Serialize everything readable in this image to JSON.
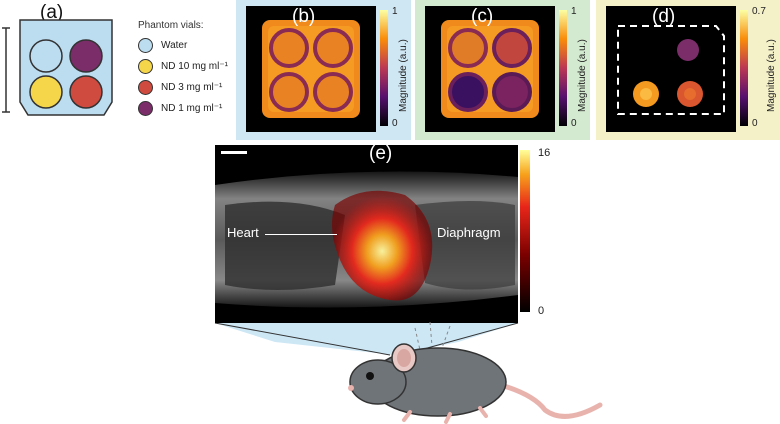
{
  "panels": {
    "a": "(a)",
    "b": "(b)",
    "c": "(c)",
    "d": "(d)",
    "e": "(e)"
  },
  "legend": {
    "title": "Phantom vials:",
    "items": [
      {
        "label": "Water",
        "color": "#bcdcf0"
      },
      {
        "label": "ND 10 mg ml⁻¹",
        "color": "#f5d54a"
      },
      {
        "label": "ND 3 mg ml⁻¹",
        "color": "#cf4a3f"
      },
      {
        "label": "ND 1 mg ml⁻¹",
        "color": "#7b2d6a"
      }
    ]
  },
  "colorbars": {
    "b": {
      "max": "1",
      "min": "0",
      "label": "Magnitude (a.u.)"
    },
    "c": {
      "max": "1",
      "min": "0",
      "label": "Magnitude (a.u.)"
    },
    "d": {
      "max": "0.7",
      "min": "0",
      "label": "Magnitude (a.u.)"
    },
    "e": {
      "max": "16",
      "min": "0"
    }
  },
  "annotations": {
    "heart": "Heart",
    "diaphragm": "Diaphragm"
  },
  "colors": {
    "panel_b_bg": "#cfe6f3",
    "panel_c_bg": "#d4ead0",
    "panel_d_bg": "#f4f0c8",
    "phantom_fill": "#bcdcf0"
  }
}
